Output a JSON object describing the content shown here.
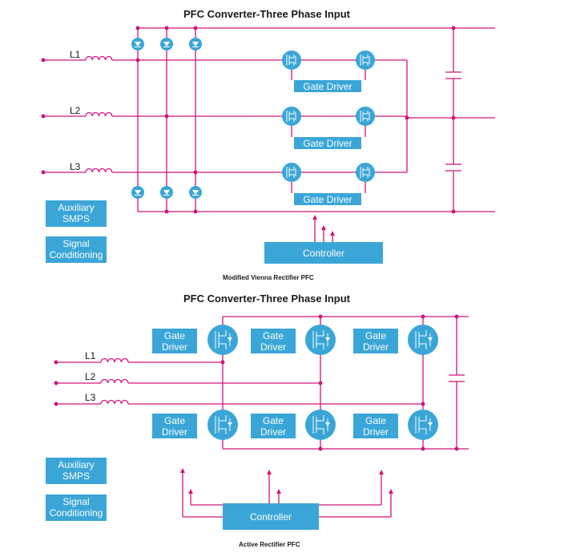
{
  "top": {
    "title": "PFC Converter-Three Phase Input",
    "caption": "Modified Vienna Rectifier PFC",
    "phases": [
      "L1",
      "L2",
      "L3"
    ],
    "gate_driver_label": "Gate Driver",
    "aux_label": [
      "Auxiliary",
      "SMPS"
    ],
    "signal_label": [
      "Signal",
      "Conditioning"
    ],
    "controller_label": "Controller"
  },
  "bottom": {
    "title": "PFC Converter-Three Phase Input",
    "caption": "Active Rectifier PFC",
    "phases": [
      "L1",
      "L2",
      "L3"
    ],
    "gate_driver_label": [
      "Gate",
      "Driver"
    ],
    "aux_label": [
      "Auxiliary",
      "SMPS"
    ],
    "signal_label": [
      "Signal",
      "Conditioning"
    ],
    "controller_label": "Controller"
  },
  "colors": {
    "wire": "#d0157a",
    "block": "#3aa6d8",
    "text": "#1a1a1a",
    "block_text": "#ffffff"
  },
  "icons": {
    "switch": "mosfet-icon",
    "diode": "diode-icon",
    "capacitor": "capacitor-icon",
    "inductor": "inductor-icon"
  }
}
